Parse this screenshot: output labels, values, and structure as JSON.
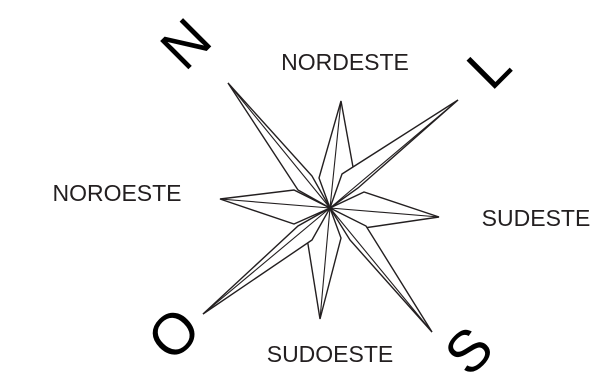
{
  "diagram": {
    "type": "rosa-dos-ventos",
    "cardinal_points": {
      "north": "N",
      "east": "L",
      "south": "S",
      "west": "O"
    },
    "intermediate_points": {
      "northeast": "NORDESTE",
      "southeast": "SUDESTE",
      "southwest": "SUDOESTE",
      "northwest": "NOROESTE"
    },
    "colors": {
      "stroke": "#231f20",
      "fill": "#ffffff",
      "cardinal_text": "#000000"
    }
  }
}
